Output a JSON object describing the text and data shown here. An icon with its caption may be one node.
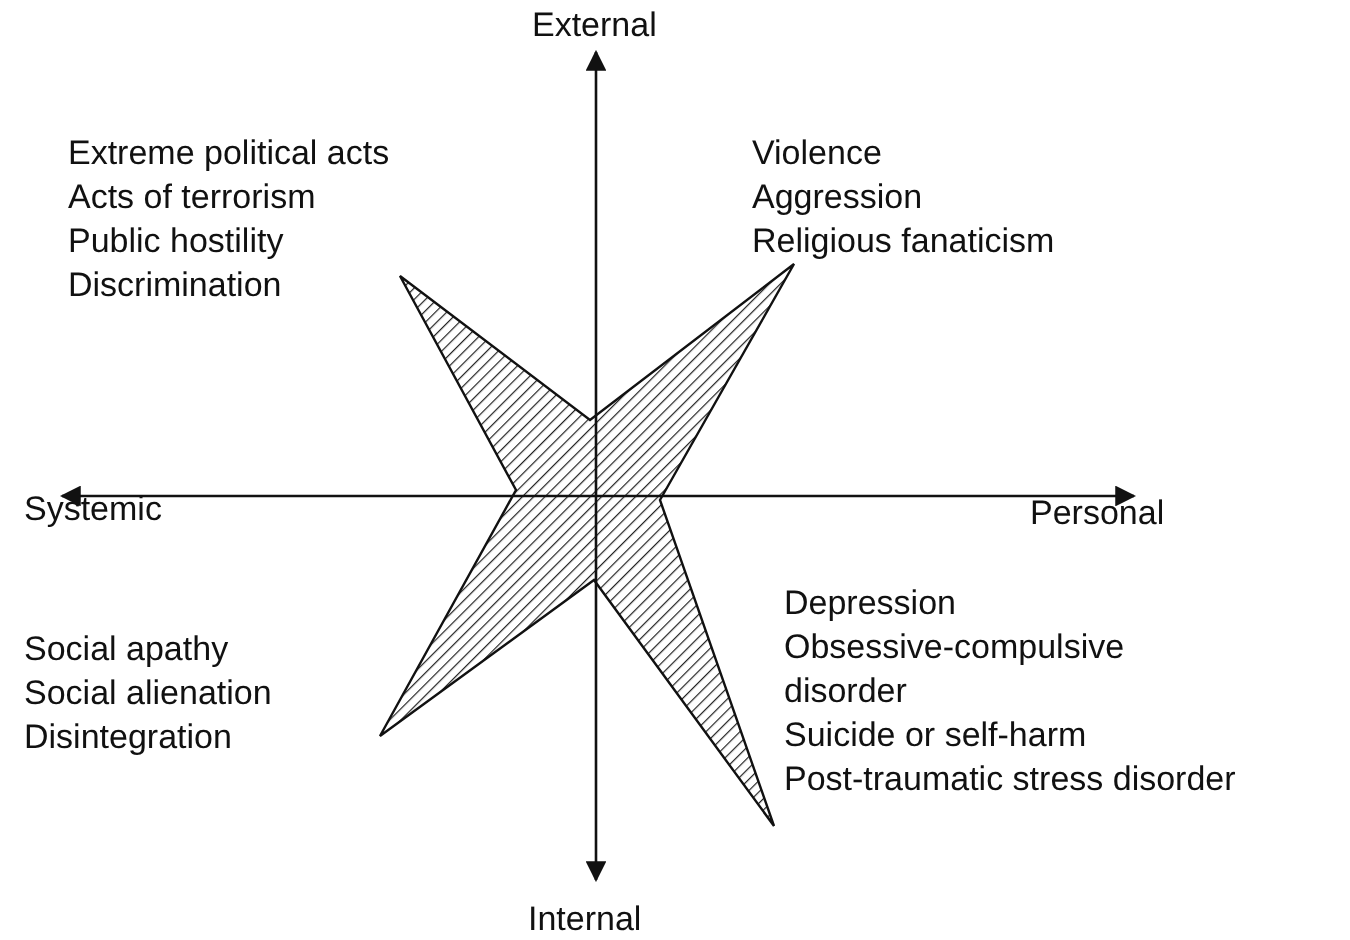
{
  "diagram": {
    "labels": [
      "External",
      "Extreme political acts",
      "Acts of terrorism",
      "Public hostility",
      "Discrimination",
      "Violence",
      "Aggression",
      "Religious fanaticism",
      "Systemic",
      "Personal",
      "Social apathy",
      "Social alienation",
      "Disintegration",
      "Depression",
      "Obsessive-compulsive disorder",
      "Suicide or self-harm",
      "Post-traumatic stress disorder",
      "Internal"
    ]
  }
}
